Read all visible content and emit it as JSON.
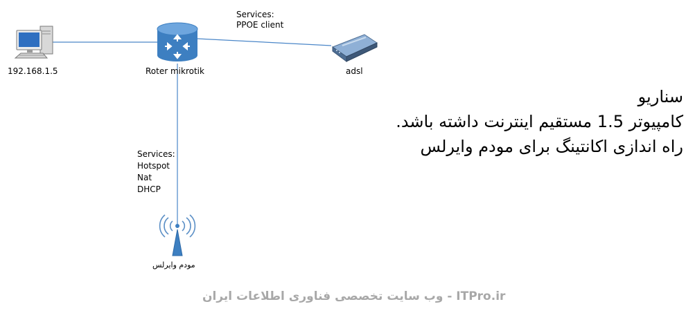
{
  "nodes": {
    "computer": {
      "label": "192.168.1.5",
      "icon": "desktop-computer-icon"
    },
    "router": {
      "label": "Roter mikrotik",
      "icon": "router-icon"
    },
    "modem": {
      "label": "adsl",
      "icon": "adsl-modem-icon"
    },
    "wireless": {
      "label": "مودم وایرلس",
      "icon": "wireless-antenna-icon"
    }
  },
  "services_top": {
    "title": "Services:",
    "items": [
      "PPOE client"
    ]
  },
  "services_bottom": {
    "title": "Services:",
    "items": [
      "Hotspot",
      "Nat",
      "DHCP"
    ]
  },
  "scenario": {
    "title": "سناریو",
    "line1": "کامپیوتر 1.5 مستقیم اینترنت داشته باشد.",
    "line2": "راه اندازی اکانتینگ برای مودم وایرلس"
  },
  "watermark": "ITPro.ir - وب سایت تخصصی فناوری اطلاعات ایران",
  "colors": {
    "link": "#4a86c8",
    "router": "#3d7fc1",
    "watermark": "#a8a8a8"
  }
}
